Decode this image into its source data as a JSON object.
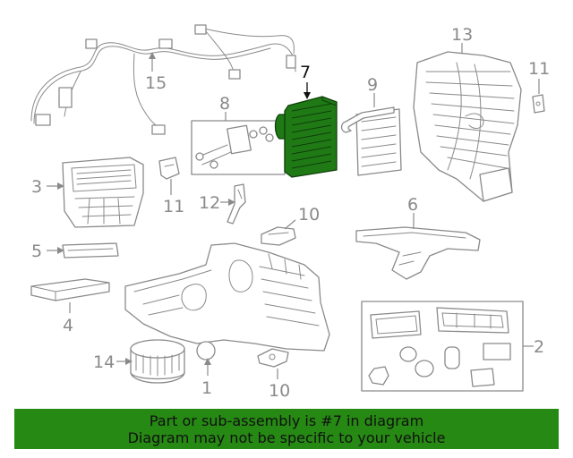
{
  "callouts": {
    "c1": "1",
    "c2": "2",
    "c3": "3",
    "c4": "4",
    "c5": "5",
    "c6": "6",
    "c7": "7",
    "c8": "8",
    "c9": "9",
    "c10a": "10",
    "c10b": "10",
    "c11a": "11",
    "c11b": "11",
    "c12": "12",
    "c13": "13",
    "c14": "14",
    "c15": "15"
  },
  "banner": {
    "line1": "Part or sub-assembly is #7 in diagram",
    "line2": "Diagram may not be specific to your vehicle"
  },
  "colors": {
    "highlight": "#268913",
    "line": "#8a8a8a"
  }
}
